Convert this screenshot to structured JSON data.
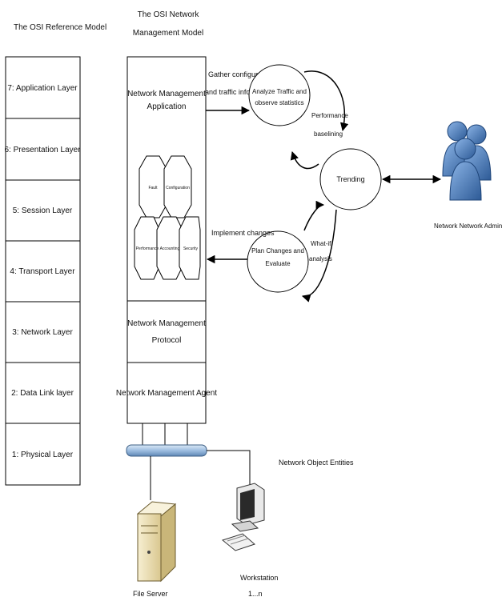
{
  "titles": {
    "osi_model": "The OSI Reference Model",
    "osi_network_mgmt_line1": "The OSI Network",
    "osi_network_mgmt_line2": "Management Model"
  },
  "osi_layers": [
    "7: Application Layer",
    "6: Presentation Layer",
    "5: Session Layer",
    "4: Transport Layer",
    "3: Network Layer",
    "2: Data Link layer",
    "1: Physical Layer"
  ],
  "mgmt_model": {
    "application_line1": "Network Management",
    "application_line2": "Application",
    "protocol_line1": "Network Management",
    "protocol_line2": "Protocol",
    "agent": "Network Management Agent"
  },
  "fcaps": {
    "fault": "Fault",
    "configuration": "Configuration",
    "performance": "Performance",
    "accounting": "Accounting",
    "security": "Security"
  },
  "cycle": {
    "gather_line1": "Gather configuration",
    "gather_line2": "and traffic information",
    "analyze_line1": "Analyze Traffic and",
    "analyze_line2": "observe statistics",
    "baseline_line1": "Performance",
    "baseline_line2": "baselining",
    "trending": "Trending",
    "whatif_line1": "What-if",
    "whatif_line2": "analysis",
    "plan_line1": "Plan Changes and",
    "plan_line2": "Evaluate",
    "implement": "Implement changes"
  },
  "admins": "Network Network Administrators",
  "entities": "Network Object Entities",
  "file_server": "File Server",
  "workstation_line1": "Workstation",
  "workstation_line2": "1...n",
  "colors": {
    "person": "#4a7fc6",
    "person_dark": "#2d5a96",
    "bus": "#a9c6e4",
    "server": "#efe2b8"
  },
  "icons": [
    "people-group-icon",
    "file-server-icon",
    "workstation-icon"
  ]
}
